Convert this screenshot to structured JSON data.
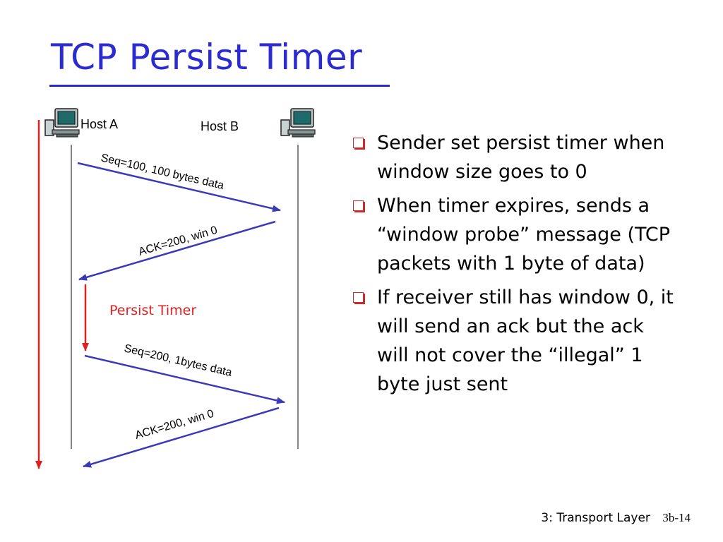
{
  "slide": {
    "title": "TCP Persist Timer",
    "footer": {
      "section": "3: Transport Layer",
      "page": "3b-14"
    }
  },
  "diagram": {
    "host_a": "Host A",
    "host_b": "Host B",
    "timer_label": "Persist Timer",
    "messages": [
      {
        "label": "Seq=100, 100 bytes data",
        "direction": "A-to-B"
      },
      {
        "label": "ACK=200, win 0",
        "direction": "B-to-A"
      },
      {
        "label": "Seq=200, 1bytes data",
        "direction": "A-to-B"
      },
      {
        "label": "ACK=200, win 0",
        "direction": "B-to-A"
      }
    ],
    "colors": {
      "message_arrow": "#3a3ab8",
      "timer": "#e02020",
      "title": "#2b2bd0",
      "bullet": "#cc2a2a"
    }
  },
  "bullets": [
    "Sender set persist timer when window size goes to 0",
    "When timer expires, sends a “window probe” message (TCP packets with 1 byte of data)",
    "If receiver still has window 0, it will send an ack but the ack will not cover the “illegal” 1 byte just sent"
  ]
}
